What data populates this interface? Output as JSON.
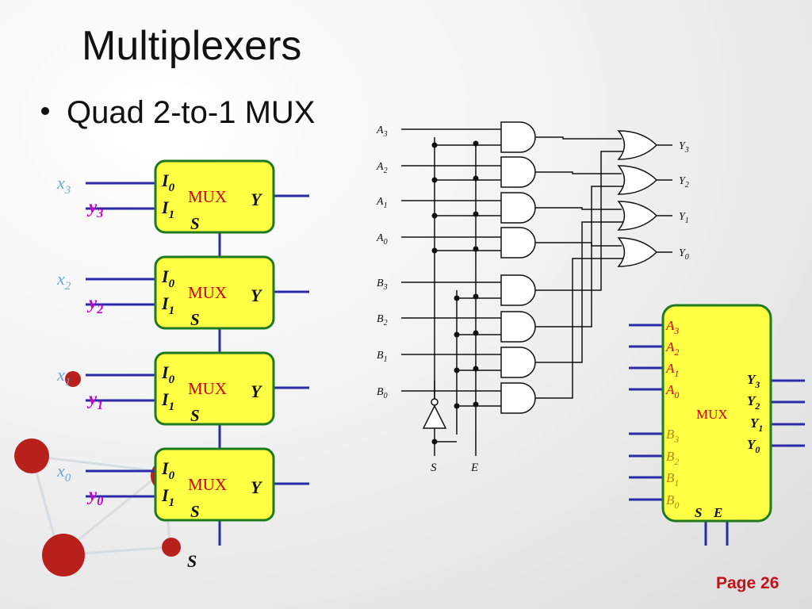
{
  "title": "Multiplexers",
  "bullet": "Quad 2-to-1 MUX",
  "page_label": "Page 26",
  "colors": {
    "mux_fill": "#ffff44",
    "mux_border": "#1f7a1f",
    "wire_blue": "#2b2ba8",
    "label_magenta": "#cc00cc",
    "label_red": "#d40000",
    "label_olive": "#b8860b",
    "x_label": "#6aa8d8",
    "page_red": "#c0141b"
  },
  "left_muxes": [
    {
      "x": "x",
      "xsub": "3",
      "y": "y",
      "ysub": "3"
    },
    {
      "x": "x",
      "xsub": "2",
      "y": "y",
      "ysub": "2"
    },
    {
      "x": "x",
      "xsub": "1",
      "y": "y",
      "ysub": "1"
    },
    {
      "x": "x",
      "xsub": "0",
      "y": "y",
      "ysub": "0"
    }
  ],
  "mux_block": {
    "i0": "I",
    "i0sub": "0",
    "i1": "I",
    "i1sub": "1",
    "name": "MUX",
    "out": "Y",
    "sel": "S"
  },
  "left_select": "S",
  "gate_inputs": [
    {
      "n": "A",
      "s": "3"
    },
    {
      "n": "A",
      "s": "2"
    },
    {
      "n": "A",
      "s": "1"
    },
    {
      "n": "A",
      "s": "0"
    },
    {
      "n": "B",
      "s": "3"
    },
    {
      "n": "B",
      "s": "2"
    },
    {
      "n": "B",
      "s": "1"
    },
    {
      "n": "B",
      "s": "0"
    }
  ],
  "gate_outputs": [
    {
      "n": "Y",
      "s": "3"
    },
    {
      "n": "Y",
      "s": "2"
    },
    {
      "n": "Y",
      "s": "1"
    },
    {
      "n": "Y",
      "s": "0"
    }
  ],
  "gate_bottom": {
    "s": "S",
    "e": "E"
  },
  "big_mux": {
    "a_inputs": [
      {
        "n": "A",
        "s": "3"
      },
      {
        "n": "A",
        "s": "2"
      },
      {
        "n": "A",
        "s": "1"
      },
      {
        "n": "A",
        "s": "0"
      }
    ],
    "b_inputs": [
      {
        "n": "B",
        "s": "3"
      },
      {
        "n": "B",
        "s": "2"
      },
      {
        "n": "B",
        "s": "1"
      },
      {
        "n": "B",
        "s": "0"
      }
    ],
    "outputs": [
      {
        "n": "Y",
        "s": "3"
      },
      {
        "n": "Y",
        "s": "2"
      },
      {
        "n": "Y",
        "s": "1"
      },
      {
        "n": "Y",
        "s": "0"
      }
    ],
    "name": "MUX",
    "s": "S",
    "e": "E"
  }
}
